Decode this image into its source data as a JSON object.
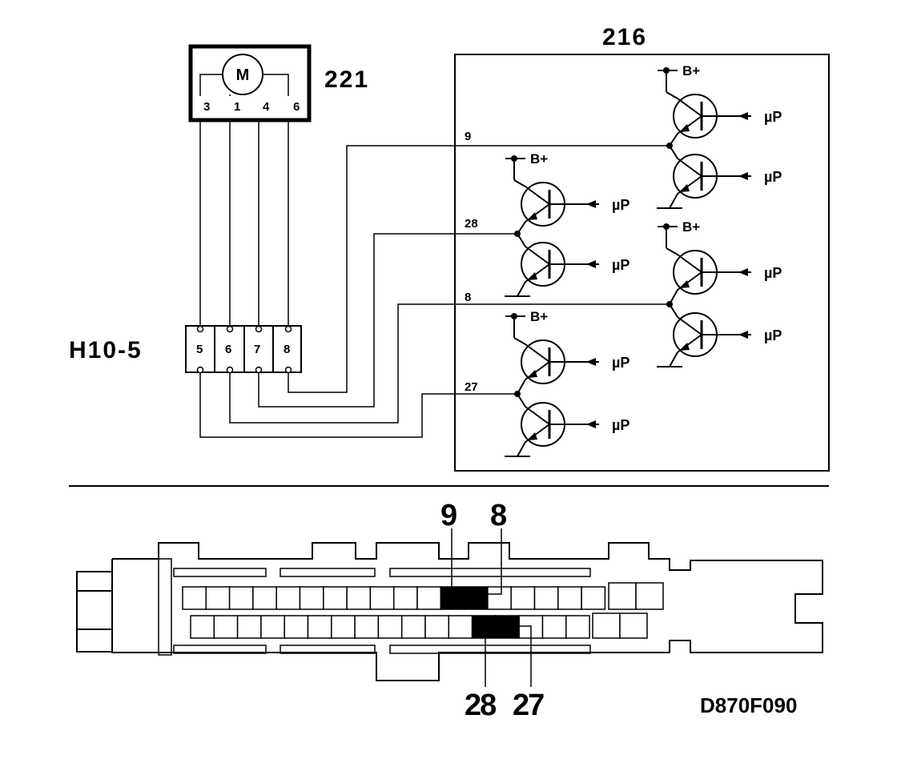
{
  "motor": {
    "id": "221",
    "symbol": "M",
    "pins": [
      "3",
      "1",
      "4",
      "6"
    ]
  },
  "connector": {
    "id": "H10-5",
    "pins": [
      "5",
      "6",
      "7",
      "8"
    ]
  },
  "module": {
    "id": "216",
    "supply_label": "B+",
    "control_label": "µP",
    "terminals": [
      "9",
      "28",
      "8",
      "27"
    ]
  },
  "plug": {
    "top_pins": [
      "9",
      "8"
    ],
    "bottom_pins": [
      "28",
      "27"
    ]
  },
  "figure_code": "D870F090"
}
